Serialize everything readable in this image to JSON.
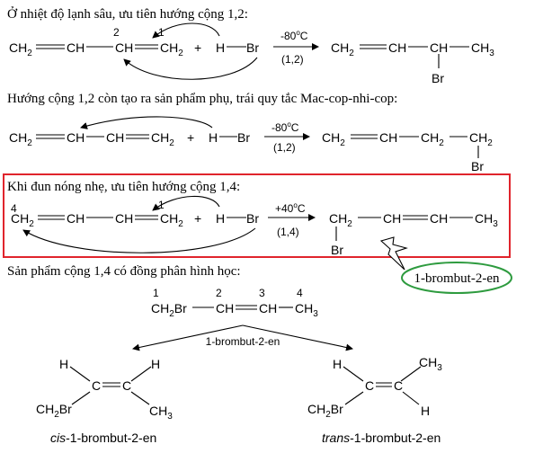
{
  "lines": {
    "rule_12": "Ở nhiệt độ lạnh sâu, ưu tiên hướng cộng 1,2:",
    "rule_side": "Hướng cộng 1,2 còn tạo ra sản phẩm phụ, trái quy tắc Mac-cop-nhi-cop:",
    "rule_14": "Khi đun nóng nhẹ, ưu tiên hướng cộng 1,4:",
    "isomer_intro": "Sản phẩm cộng 1,4 có đồng phân hình học:"
  },
  "groups": {
    "ch": "CH",
    "ch2": "CH",
    "h": "H",
    "br": "Br",
    "ch3": "CH",
    "c": "C",
    "ch2br": "CH",
    "plus": "+",
    "two": "2",
    "three": "3"
  },
  "conditions": {
    "cold": "-80",
    "warm": "+40",
    "degree": "o",
    "celsius": "C",
    "path_12": "(1,2)",
    "path_14": "(1,4)"
  },
  "numbering": {
    "n1": "1",
    "n2": "2",
    "n3": "3",
    "n4": "4"
  },
  "names": {
    "callout": "1-brombut-2-en",
    "center": "1-brombut-2-en",
    "cis_prefix": "cis",
    "trans_prefix": "trans",
    "suffix": "-1-brombut-2-en"
  },
  "colors": {
    "highlight_box": "#e0242c",
    "callout_ellipse": "#2e9b3f",
    "text": "#000000"
  }
}
